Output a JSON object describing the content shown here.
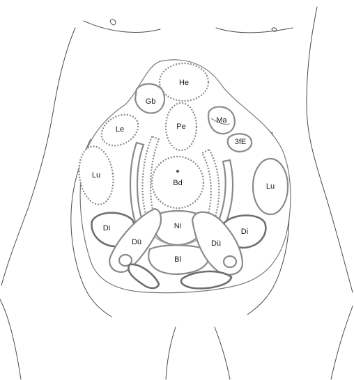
{
  "diagram": {
    "labels": {
      "he": "He",
      "gb": "Gb",
      "le": "Le",
      "pe": "Pe",
      "ma": "Ma",
      "three_fe": "3fE",
      "lu_left": "Lu",
      "lu_right": "Lu",
      "bd": "Bd",
      "ni": "Ni",
      "di_left": "Di",
      "di_right": "Di",
      "du_left": "Dü",
      "du_right": "Dü",
      "bl": "Bl"
    },
    "colors": {
      "outline": "#4a4a4a",
      "organ_stroke": "#8a8a8a",
      "background": "#ffffff"
    }
  }
}
